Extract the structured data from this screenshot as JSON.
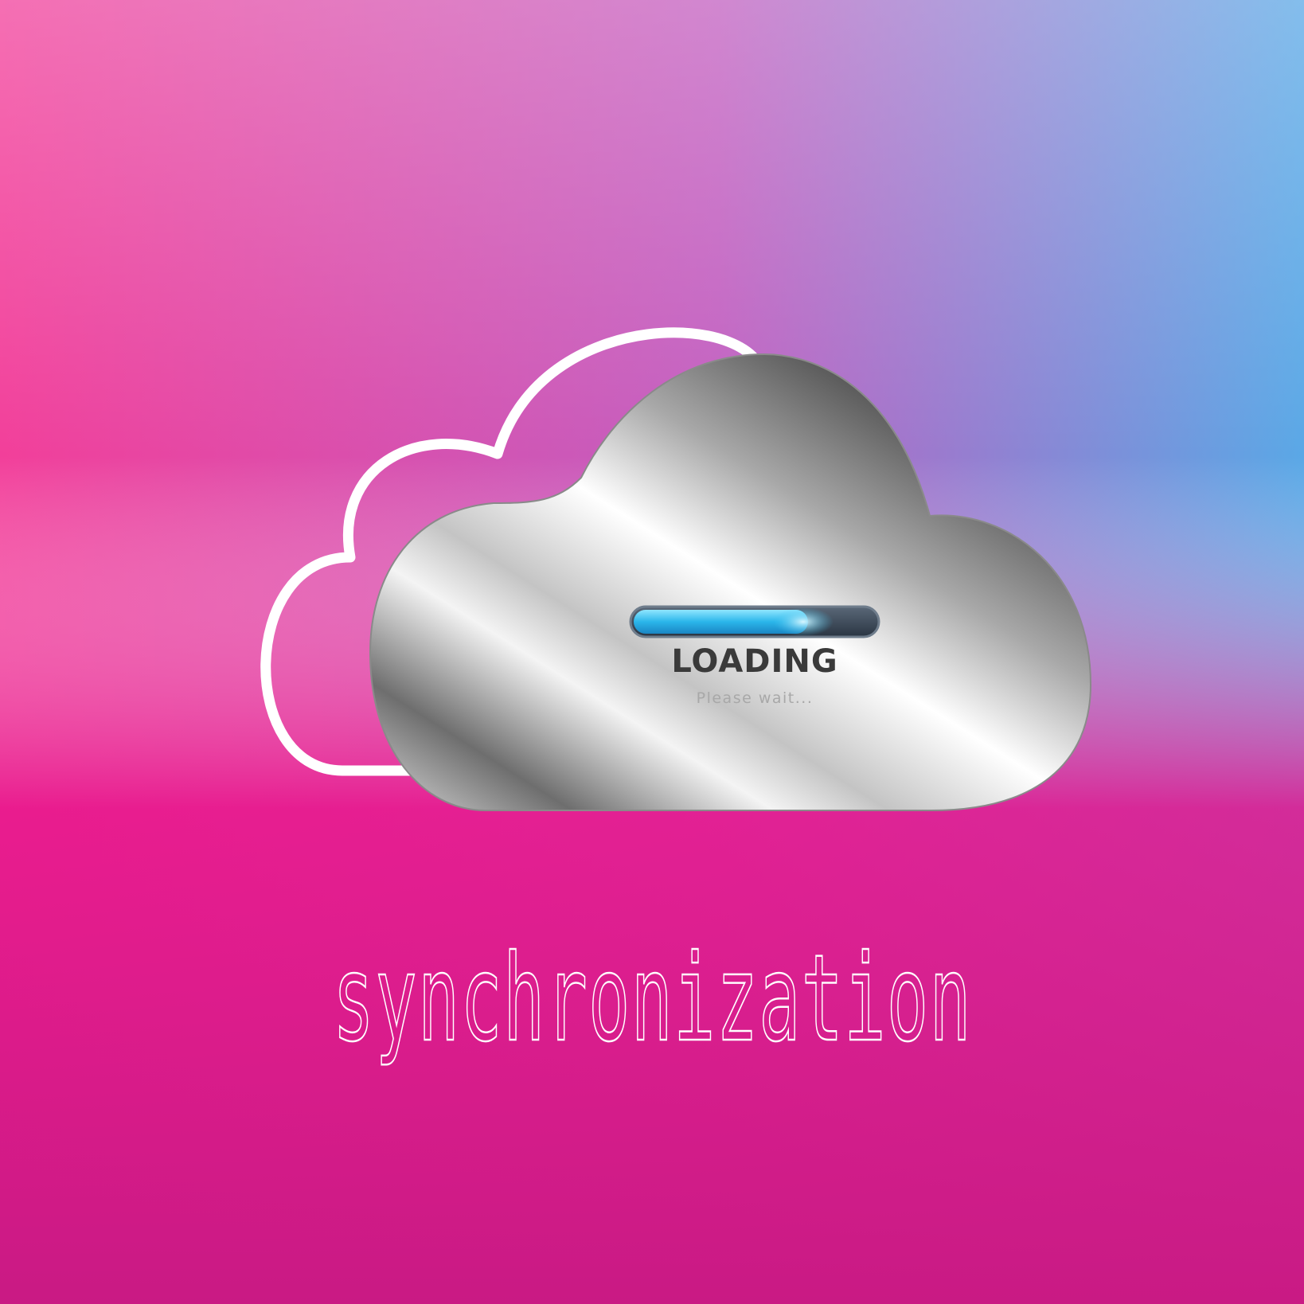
{
  "colors": {
    "background_top_left": "#c89ad0",
    "background_top_right": "#4faee8",
    "background_mid_left": "#ee1f8f",
    "background_bottom": "#cc1c84",
    "cloud_outline": "#ffffff",
    "progress_fill": "#3ec3f0",
    "progress_track": "#3d4a5a"
  },
  "loader": {
    "title": "LOADING",
    "subtitle": "Please wait...",
    "progress_fraction": 0.72
  },
  "caption": {
    "text": "synchronization"
  },
  "icons": {
    "outline_cloud": "cloud-outline-icon",
    "metal_cloud": "cloud-icon"
  }
}
